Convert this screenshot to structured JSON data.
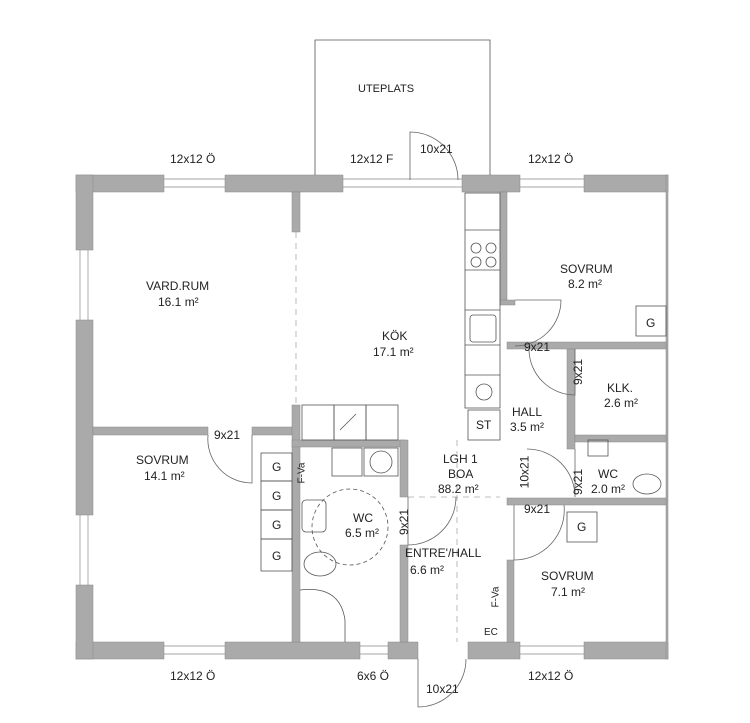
{
  "plan": {
    "apartment": {
      "name": "LGH 1",
      "boa_label": "BOA",
      "boa": "88.2 m²"
    },
    "rooms": {
      "uteplats": {
        "name": "UTEPLATS"
      },
      "vardrum": {
        "name": "VARD.RUM",
        "area": "16.1 m²"
      },
      "kok": {
        "name": "KÖK",
        "area": "17.1 m²"
      },
      "sovrum_ne": {
        "name": "SOVRUM",
        "area": "8.2 m²"
      },
      "klk": {
        "name": "KLK.",
        "area": "2.6 m²"
      },
      "hall": {
        "name": "HALL",
        "area": "3.5 m²"
      },
      "sovrum_w": {
        "name": "SOVRUM",
        "area": "14.1 m²"
      },
      "wc_big": {
        "name": "WC",
        "area": "6.5 m²"
      },
      "wc_small": {
        "name": "WC",
        "area": "2.0 m²"
      },
      "entre": {
        "name": "ENTRE'/HALL",
        "area": "6.6 m²"
      },
      "sovrum_se": {
        "name": "SOVRUM",
        "area": "7.1 m²"
      }
    },
    "windows": {
      "top_left": "12x12 Ö",
      "top_mid": "12x12 F",
      "top_right": "12x12 Ö",
      "bottom_left": "12x12 Ö",
      "bottom_mid": "6x6 Ö",
      "bottom_right": "12x12 Ö"
    },
    "doors": {
      "patio": "10x21",
      "entry": "10x21",
      "sovrum_w": "9x21",
      "sovrum_ne": "9x21",
      "klk": "9x21",
      "wc_big": "9x21",
      "hall": "10x21",
      "wc_small": "9x21",
      "sovrum_se": "9x21"
    },
    "fixtures": {
      "wardrobe": "G",
      "stove": "ST",
      "fvv": "F-Va",
      "ec": "EC"
    }
  }
}
